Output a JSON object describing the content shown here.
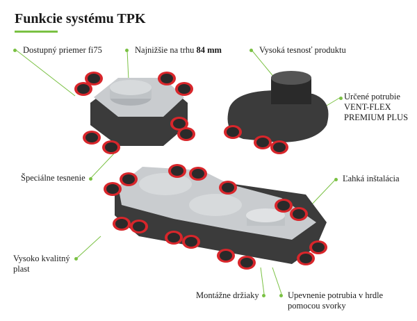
{
  "title": "Funkcie systému TPK",
  "colors": {
    "accent": "#7ac143",
    "seal": "#d8262b",
    "body_dark": "#3b3b3b",
    "plate_light": "#c9cccf"
  },
  "labels": {
    "diameter": "Dostupný priemer fi75",
    "lowest_prefix": "Najnižšie na trhu",
    "lowest_value": "84 mm",
    "tightness": "Vysoká tesnosť produktu",
    "pipe_line1": "Určené potrubie",
    "pipe_line2": "VENT-FLEX",
    "pipe_line3": "PREMIUM PLUS",
    "special_seal": "Špeciálne tesnenie",
    "easy_install": "Ľahká inštalácia",
    "plastic_line1": "Vysoko kvalitný",
    "plastic_line2": "plast",
    "mount_holders": "Montážne držiaky",
    "clamp_line1": "Upevnenie potrubia v hrdle",
    "clamp_line2": "pomocou svorky"
  }
}
